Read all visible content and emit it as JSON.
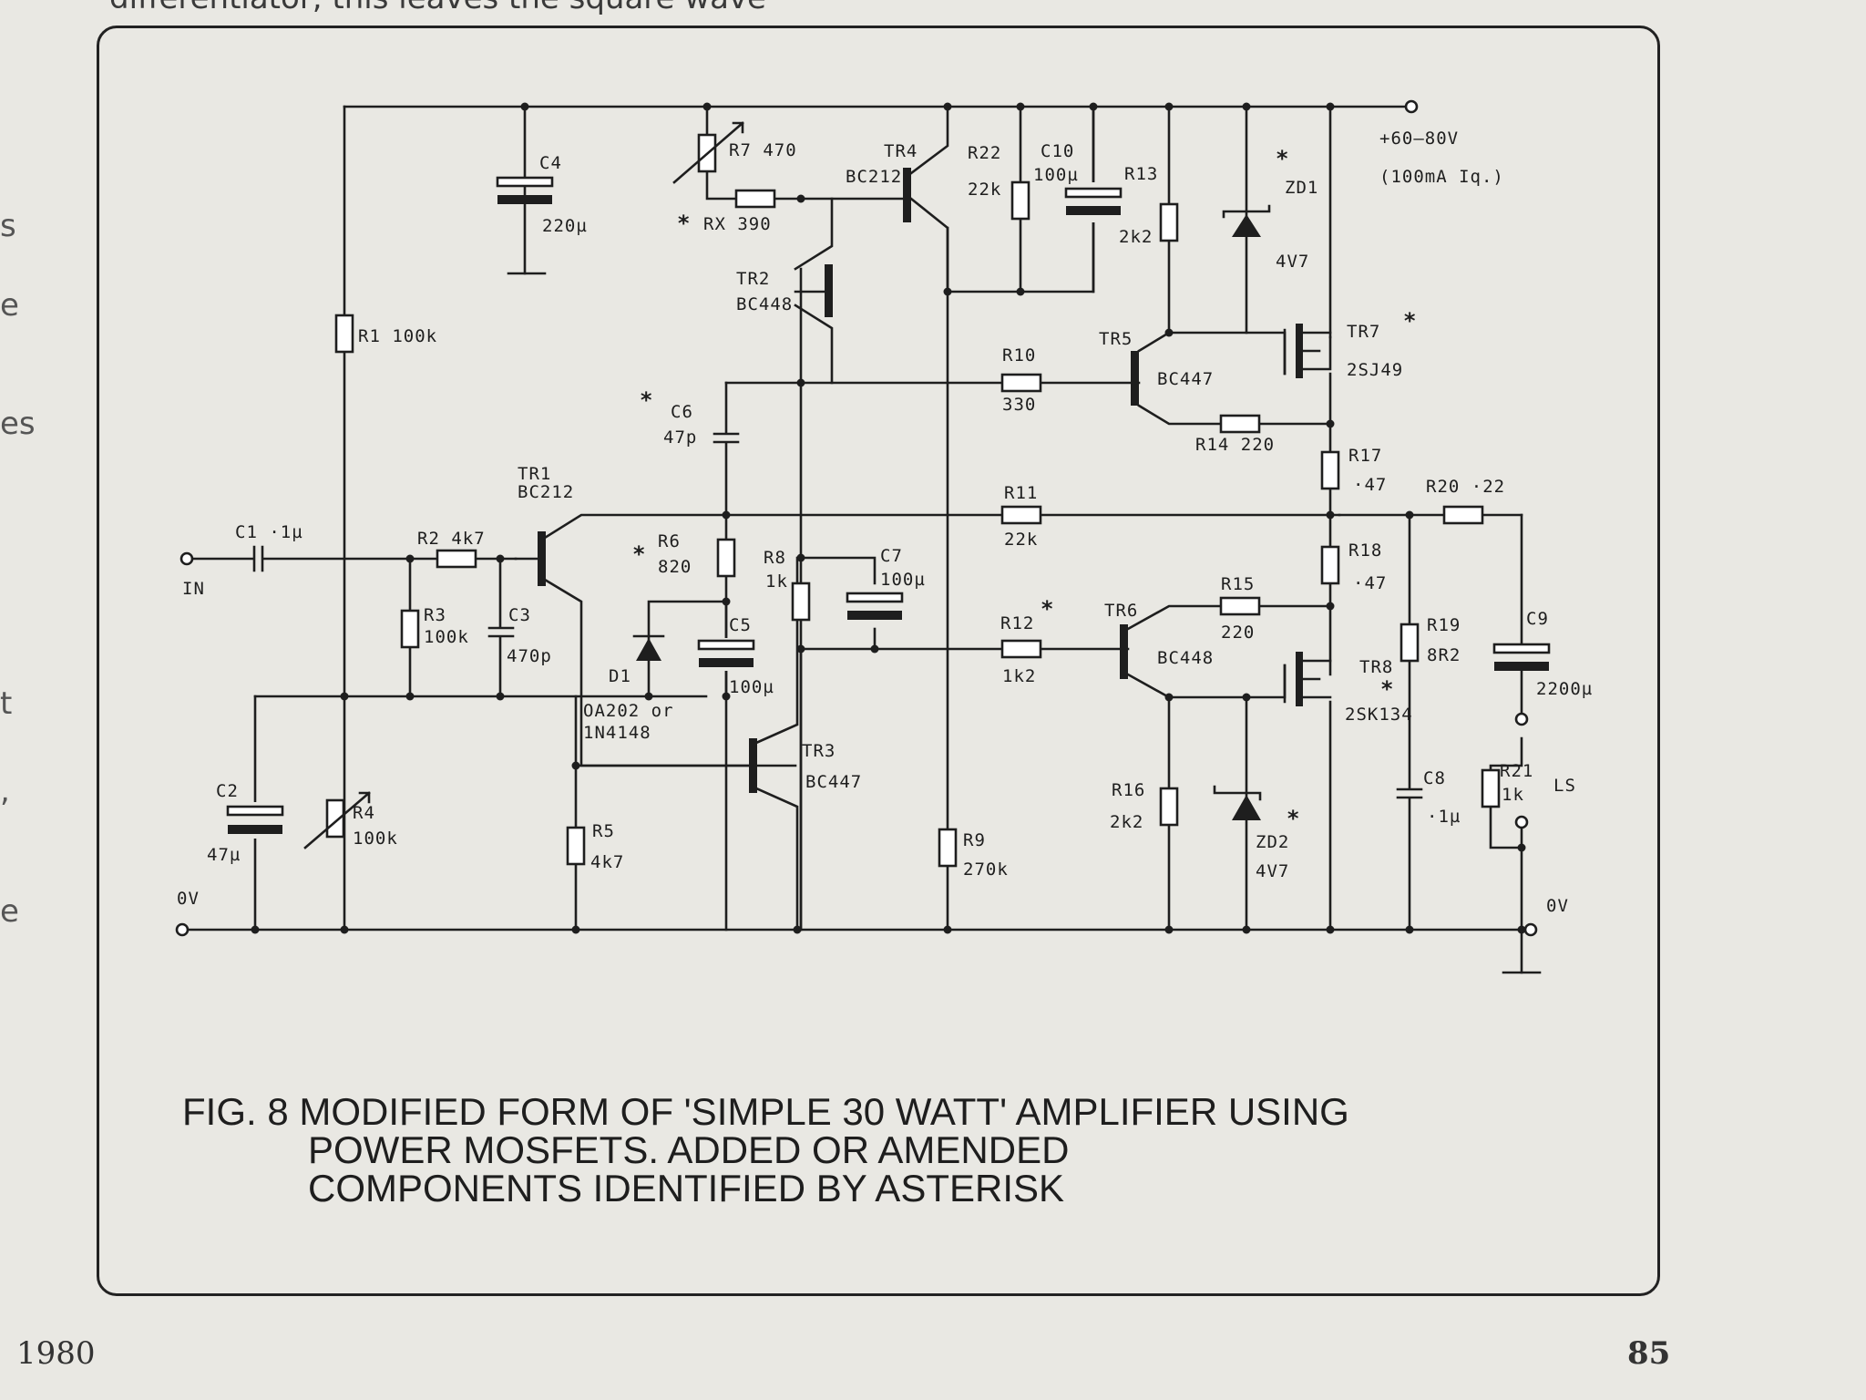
{
  "page": {
    "top_text": "differentiator, this leaves the square wave",
    "margin_fragments": [
      "s",
      "e",
      "es",
      "t",
      ",",
      "e"
    ],
    "year": "1980",
    "page_number": "85"
  },
  "caption": [
    "FIG. 8 MODIFIED FORM OF 'SIMPLE 30 WATT' AMPLIFIER USING",
    "POWER MOSFETS. ADDED OR AMENDED",
    "COMPONENTS IDENTIFIED BY ASTERISK"
  ],
  "terminals": {
    "supply": "+60–80V",
    "supply_note": "(100mA Iq.)",
    "input": "IN",
    "ground_left": "0V",
    "ground_right": "0V",
    "speaker": "LS"
  },
  "components": {
    "R1": "R1 100k",
    "R2": "R2 4k7",
    "R3": "R3",
    "R3v": "100k",
    "R4": "R4",
    "R4v": "100k",
    "R5": "R5",
    "R5v": "4k7",
    "R6": "R6",
    "R6v": "820",
    "R7": "R7 470",
    "RX": "RX 390",
    "R8": "R8",
    "R8v": "1k",
    "R9": "R9",
    "R9v": "270k",
    "R10": "R10",
    "R10v": "330",
    "R11": "R11",
    "R11v": "22k",
    "R12": "R12",
    "R12v": "1k2",
    "R13": "R13",
    "R13v": "2k2",
    "R14": "R14 220",
    "R15": "R15",
    "R15v": "220",
    "R16": "R16",
    "R16v": "2k2",
    "R17": "R17",
    "R17v": "·47",
    "R18": "R18",
    "R18v": "·47",
    "R19": "R19",
    "R19v": "8R2",
    "R20": "R20 ·22",
    "R21": "R21",
    "R21v": "1k",
    "R22": "R22",
    "R22v": "22k",
    "C1": "C1 ·1µ",
    "C2": "C2",
    "C2v": "47µ",
    "C3": "C3",
    "C3v": "470p",
    "C4": "C4",
    "C4v": "220µ",
    "C5": "C5",
    "C5v": "100µ",
    "C6": "C6",
    "C6v": "47p",
    "C7": "C7",
    "C7v": "100µ",
    "C8": "C8",
    "C8v": "·1µ",
    "C9": "C9",
    "C9v": "2200µ",
    "C10": "C10",
    "C10v": "100µ",
    "TR1": "TR1",
    "TR1v": "BC212",
    "TR2": "TR2",
    "TR2v": "BC448",
    "TR3": "TR3",
    "TR3v": "BC447",
    "TR4": "TR4",
    "TR4v": "BC212",
    "TR5": "TR5",
    "TR5v": "BC447",
    "TR6": "TR6",
    "TR6v": "BC448",
    "TR7": "TR7",
    "TR7v": "2SJ49",
    "TR8": "TR8",
    "TR8v": "2SK134",
    "D1": "D1",
    "D1v": "OA202 or",
    "D1v2": "1N4148",
    "ZD1": "ZD1",
    "ZD1v": "4V7",
    "ZD2": "ZD2",
    "ZD2v": "4V7",
    "asterisk": "*"
  }
}
